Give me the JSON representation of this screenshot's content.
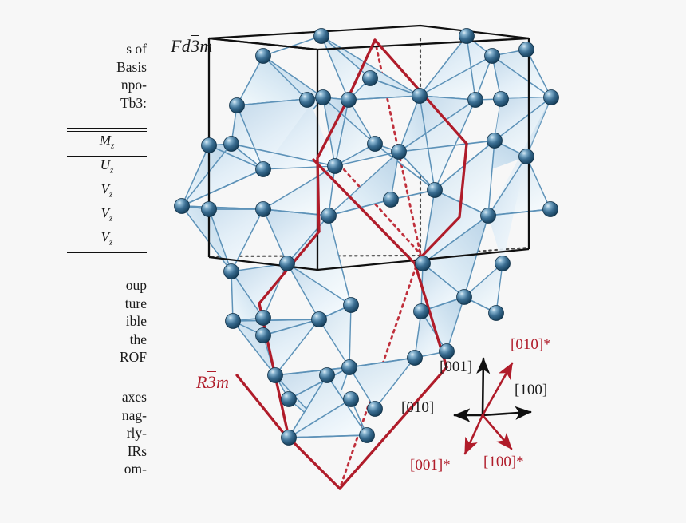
{
  "figure": {
    "kind": "crystal-structure",
    "background_color": "#f7f7f7",
    "description": "Pyrochlore lattice of corner-sharing tetrahedra inside a cubic unit cell with an overlaid rhombohedral cell",
    "cubic_cell": {
      "label": "Fd3m",
      "label_overline_char": "3",
      "color": "#1b1b1b",
      "hidden_edge_style": "dotted"
    },
    "rhombohedral_cell": {
      "label": "R3m",
      "label_overline_char": "3",
      "color": "#b01c2a",
      "hidden_edge_style": "dotted"
    },
    "atoms": {
      "color_body": "#2e6287",
      "color_dark": "#17405c",
      "color_highlight": "#cfe2ef"
    },
    "tetrahedra": {
      "face_color_light": "#f2f8fc",
      "face_color_dark": "#c3d9ea",
      "edge_color": "#5d92b8"
    }
  },
  "axes_legend": {
    "direct_axes": [
      {
        "label": "[001]",
        "color": "#1b1b1b",
        "direction": "up"
      },
      {
        "label": "[010]",
        "color": "#1b1b1b",
        "direction": "left"
      },
      {
        "label": "[100]",
        "color": "#1b1b1b",
        "direction": "right"
      }
    ],
    "reciprocal_axes": [
      {
        "label": "[010]*",
        "color": "#b01c2a",
        "direction": "up-right"
      },
      {
        "label": "[001]*",
        "color": "#b01c2a",
        "direction": "down-left"
      },
      {
        "label": "[100]*",
        "color": "#b01c2a",
        "direction": "down-right"
      }
    ]
  },
  "margin_text": {
    "paragraph_top": [
      "s of",
      "Basis",
      "npo-",
      "Tb3:"
    ],
    "paragraph_middle": [
      "oup",
      "ture",
      "ible",
      "the",
      "ROF"
    ],
    "paragraph_bottom": [
      "axes",
      "nag-",
      "rly-",
      "IRs",
      "om-"
    ]
  },
  "math_table": {
    "rows": [
      {
        "symbol": "M",
        "subscript": "z"
      },
      {
        "symbol": "U",
        "subscript": "z"
      },
      {
        "symbol": "V",
        "subscript": "z"
      },
      {
        "symbol": "V",
        "subscript": "z"
      },
      {
        "symbol": "V",
        "subscript": "z"
      }
    ]
  }
}
